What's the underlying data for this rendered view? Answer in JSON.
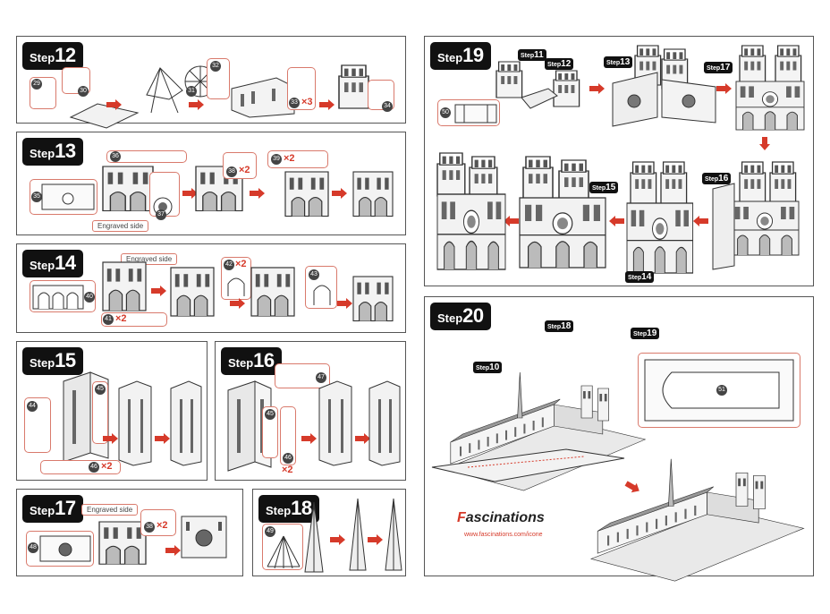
{
  "step_word": "Step",
  "steps": {
    "s12": "12",
    "s13": "13",
    "s14": "14",
    "s15": "15",
    "s16": "16",
    "s17": "17",
    "s18": "18",
    "s19": "19",
    "s20": "20"
  },
  "labels": {
    "engraved_side": "Engraved side"
  },
  "multipliers": {
    "x3": "×3",
    "x2": "×2"
  },
  "part_numbers": {
    "p29": "29",
    "p30": "30",
    "p31": "31",
    "p32": "32",
    "p33": "33",
    "p34": "34",
    "p35": "35",
    "p36": "36",
    "p37": "37",
    "p38": "38",
    "p39": "39",
    "p40": "40",
    "p41": "41",
    "p42": "42",
    "p43": "43",
    "p44": "44",
    "p45": "45",
    "p46": "46",
    "p47": "47",
    "p48": "48",
    "p49": "49",
    "p50": "50",
    "p51": "51"
  },
  "step_refs": {
    "r11": "11",
    "r12": "12",
    "r13": "13",
    "r17": "17",
    "r16": "16",
    "r15": "15",
    "r14": "14",
    "r18": "18",
    "r19": "19",
    "r10": "10"
  },
  "brand": {
    "name_first": "F",
    "name_rest": "ascinations",
    "url": "www.fascinations.com/icone"
  },
  "colors": {
    "accent_red": "#d63a2a",
    "outline_salmon": "#d97a6c",
    "badge_black": "#111111"
  }
}
